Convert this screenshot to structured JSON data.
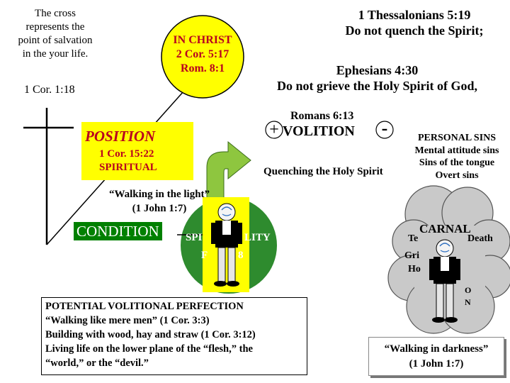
{
  "cross_note": {
    "lines": [
      "The cross",
      "represents the",
      "point of salvation",
      "in the your life."
    ],
    "ref": "1 Cor. 1:18"
  },
  "in_christ": {
    "title": "IN CHRIST",
    "ref1": "2 Cor. 5:17",
    "ref2": "Rom. 8:1"
  },
  "thessalonians": {
    "ref": "1 Thessalonians 5:19",
    "text": "Do not quench the Spirit;"
  },
  "ephesians": {
    "ref": "Ephesians 4:30",
    "text": "Do not grieve the Holy Spirit of God,"
  },
  "position": {
    "title": "POSITION",
    "line1": "1 Cor. 15:22",
    "line2": "SPIRITUAL"
  },
  "volition": {
    "ref": "Romans 6:13",
    "plus": "+",
    "label": "VOLITION",
    "minus": "-",
    "quench": "Quenching the Holy Spirit"
  },
  "personal_sins": {
    "title": "PERSONAL SINS",
    "items": [
      "Mental attitude sins",
      "Sins of the tongue",
      "Overt sins"
    ]
  },
  "walking_light": {
    "line1": "“Walking in the light”",
    "line2": "(1 John 1:7)"
  },
  "condition": {
    "label": "CONDITION",
    "sp_left": "SPI",
    "sp_right": "LITY",
    "sp_left2": "F",
    "sp_right2": "8"
  },
  "carnal": {
    "title": "CARNAL",
    "temp": "Te",
    "death": "Death",
    "gri": "Gri",
    "ho": "Ho",
    "o": "O",
    "n": "N"
  },
  "potential": {
    "lines": [
      "POTENTIAL VOLITIONAL PERFECTION",
      "“Walking like mere men” (1 Cor. 3:3)",
      "Building with wood, hay and straw (1 Cor. 3:12)",
      "Living life on the lower plane of the “flesh,” the",
      "“world,” or the “devil.”"
    ]
  },
  "darkness": {
    "line1": "“Walking in darkness”",
    "line2": "(1 John 1:7)"
  },
  "colors": {
    "yellow_box": "#ffff00",
    "green_circle": "#2e8b2e",
    "position_red": "#b8001f",
    "arrow_green": "#8ec63f",
    "condition_green": "#008000",
    "carnal_cloud": "#c9c9c9"
  }
}
